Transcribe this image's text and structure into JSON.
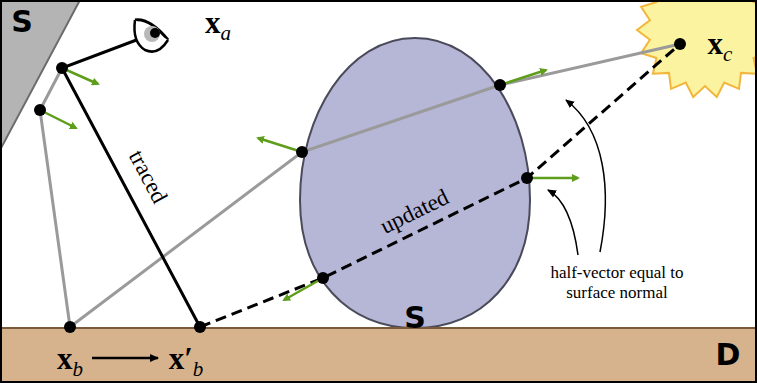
{
  "diagram": {
    "nodes": [
      {
        "text": [
          "S"
        ]
      },
      {
        "text": [
          "S"
        ]
      },
      {
        "text": [
          "xc"
        ]
      },
      {
        "text": [
          "D"
        ]
      }
    ],
    "labels": [
      "xa",
      "traced",
      "updated",
      "half-vector equal to surface normal",
      "xb",
      "x′b"
    ]
  }
}
